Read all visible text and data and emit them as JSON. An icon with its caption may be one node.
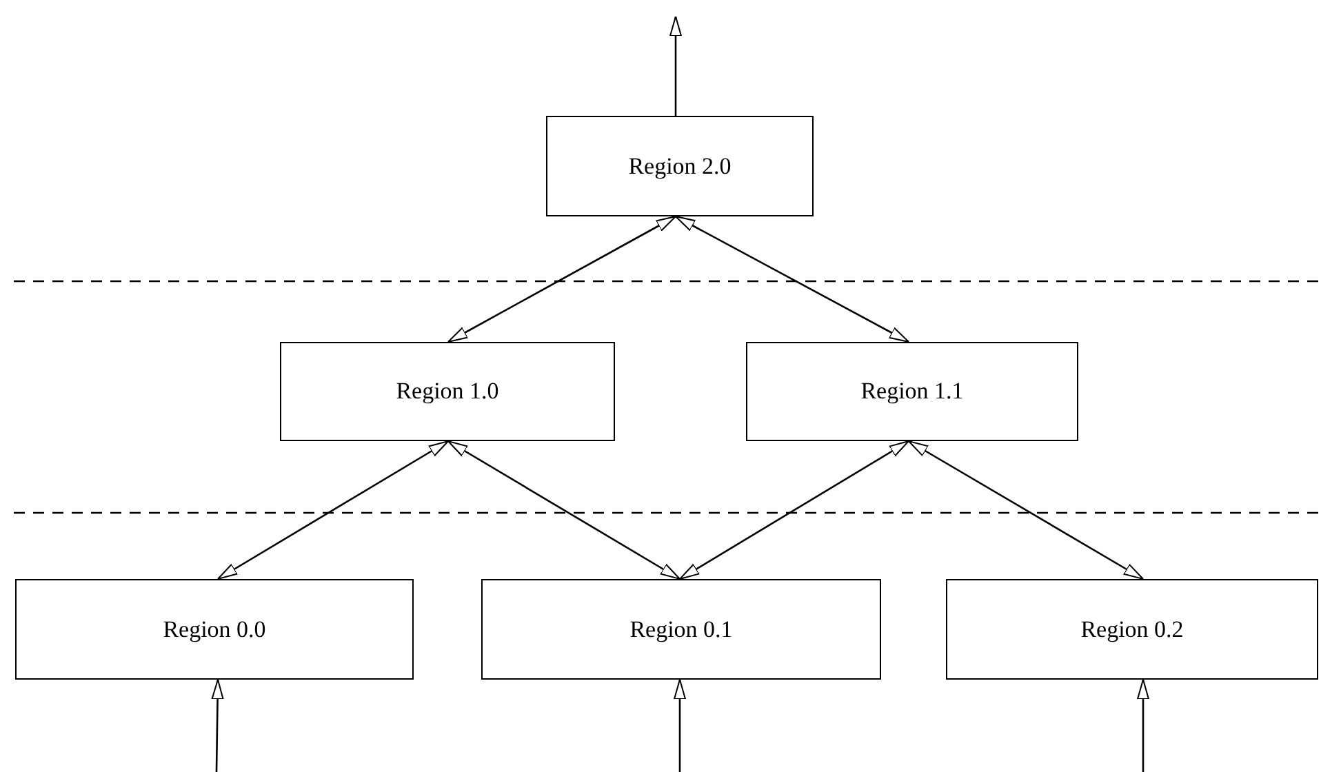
{
  "diagram": {
    "nodes": [
      {
        "text": [
          "Region 2.0"
        ]
      },
      {
        "text": [
          "Region 1.0"
        ]
      },
      {
        "text": [
          "Region 1.1"
        ]
      },
      {
        "text": [
          "Region 0.0"
        ]
      },
      {
        "text": [
          "Region 0.1"
        ]
      },
      {
        "text": [
          "Region 0.2"
        ]
      }
    ],
    "edges": [
      {
        "from": 0,
        "to": null,
        "arrow": "to"
      },
      {
        "from": 0,
        "to": 1,
        "arrow": "both"
      },
      {
        "from": 0,
        "to": 2,
        "arrow": "both"
      },
      {
        "from": 1,
        "to": 3,
        "arrow": "both"
      },
      {
        "from": 1,
        "to": 4,
        "arrow": "both"
      },
      {
        "from": 2,
        "to": 4,
        "arrow": "both"
      },
      {
        "from": 2,
        "to": 5,
        "arrow": "both"
      },
      {
        "from": null,
        "to": 3,
        "arrow": "to"
      },
      {
        "from": null,
        "to": 4,
        "arrow": "to"
      },
      {
        "from": null,
        "to": 5,
        "arrow": "to"
      }
    ]
  }
}
